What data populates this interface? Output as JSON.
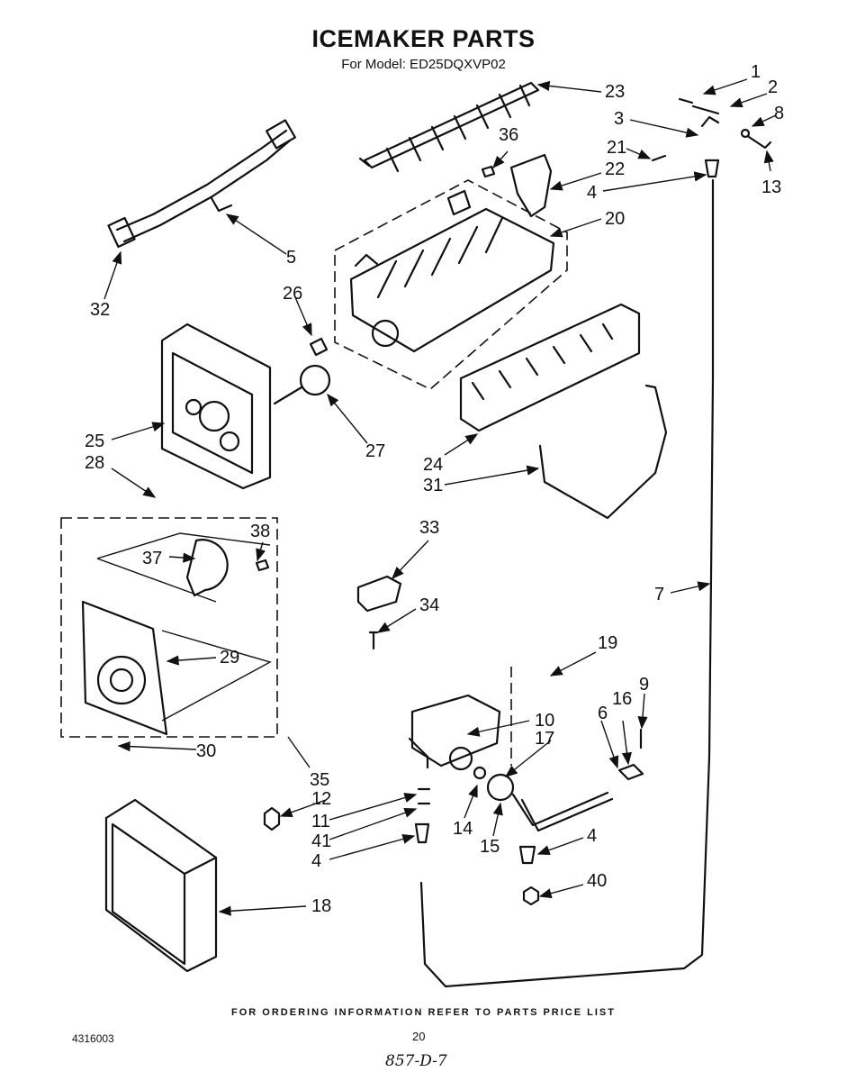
{
  "title": "ICEMAKER PARTS",
  "subtitle": "For Model: ED25DQXVP02",
  "footer_note": "FOR ORDERING INFORMATION REFER TO PARTS PRICE LIST",
  "document_number": "4316003",
  "page_number": "20",
  "handwritten_note": "857-D-7",
  "callouts": [
    "1",
    "2",
    "3",
    "4",
    "5",
    "6",
    "7",
    "8",
    "9",
    "10",
    "11",
    "12",
    "13",
    "14",
    "15",
    "16",
    "17",
    "18",
    "19",
    "20",
    "21",
    "22",
    "23",
    "24",
    "25",
    "26",
    "27",
    "28",
    "29",
    "30",
    "31",
    "32",
    "33",
    "34",
    "35",
    "36",
    "37",
    "38",
    "40",
    "41"
  ]
}
